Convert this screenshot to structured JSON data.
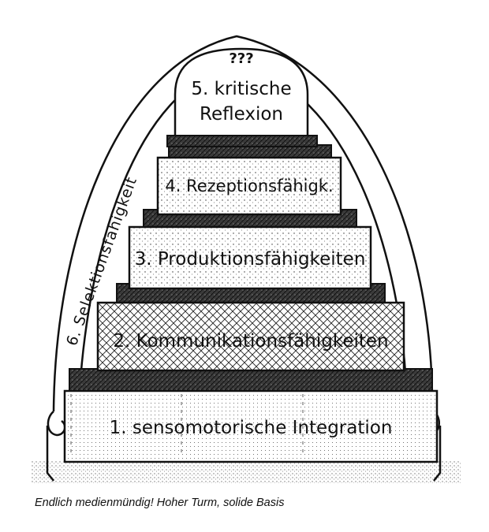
{
  "diagram": {
    "levels": [
      {
        "label": "1. sensomotorische Integration"
      },
      {
        "label": "2. Kommunikationsfähigkeiten"
      },
      {
        "label": "3. Produktionsfähigkeiten"
      },
      {
        "label": "4. Rezeptionsfähigk."
      },
      {
        "label_line1": "5. kritische",
        "label_line2": "Reflexion",
        "top_mark": "???"
      }
    ],
    "arc_label": "6. Selektionsfähigkeit"
  },
  "caption": "Endlich medienmündig! Hoher Turm, solide Basis",
  "colors": {
    "ink": "#111111",
    "paper": "#ffffff",
    "dark_fill": "#2b2b2b"
  }
}
